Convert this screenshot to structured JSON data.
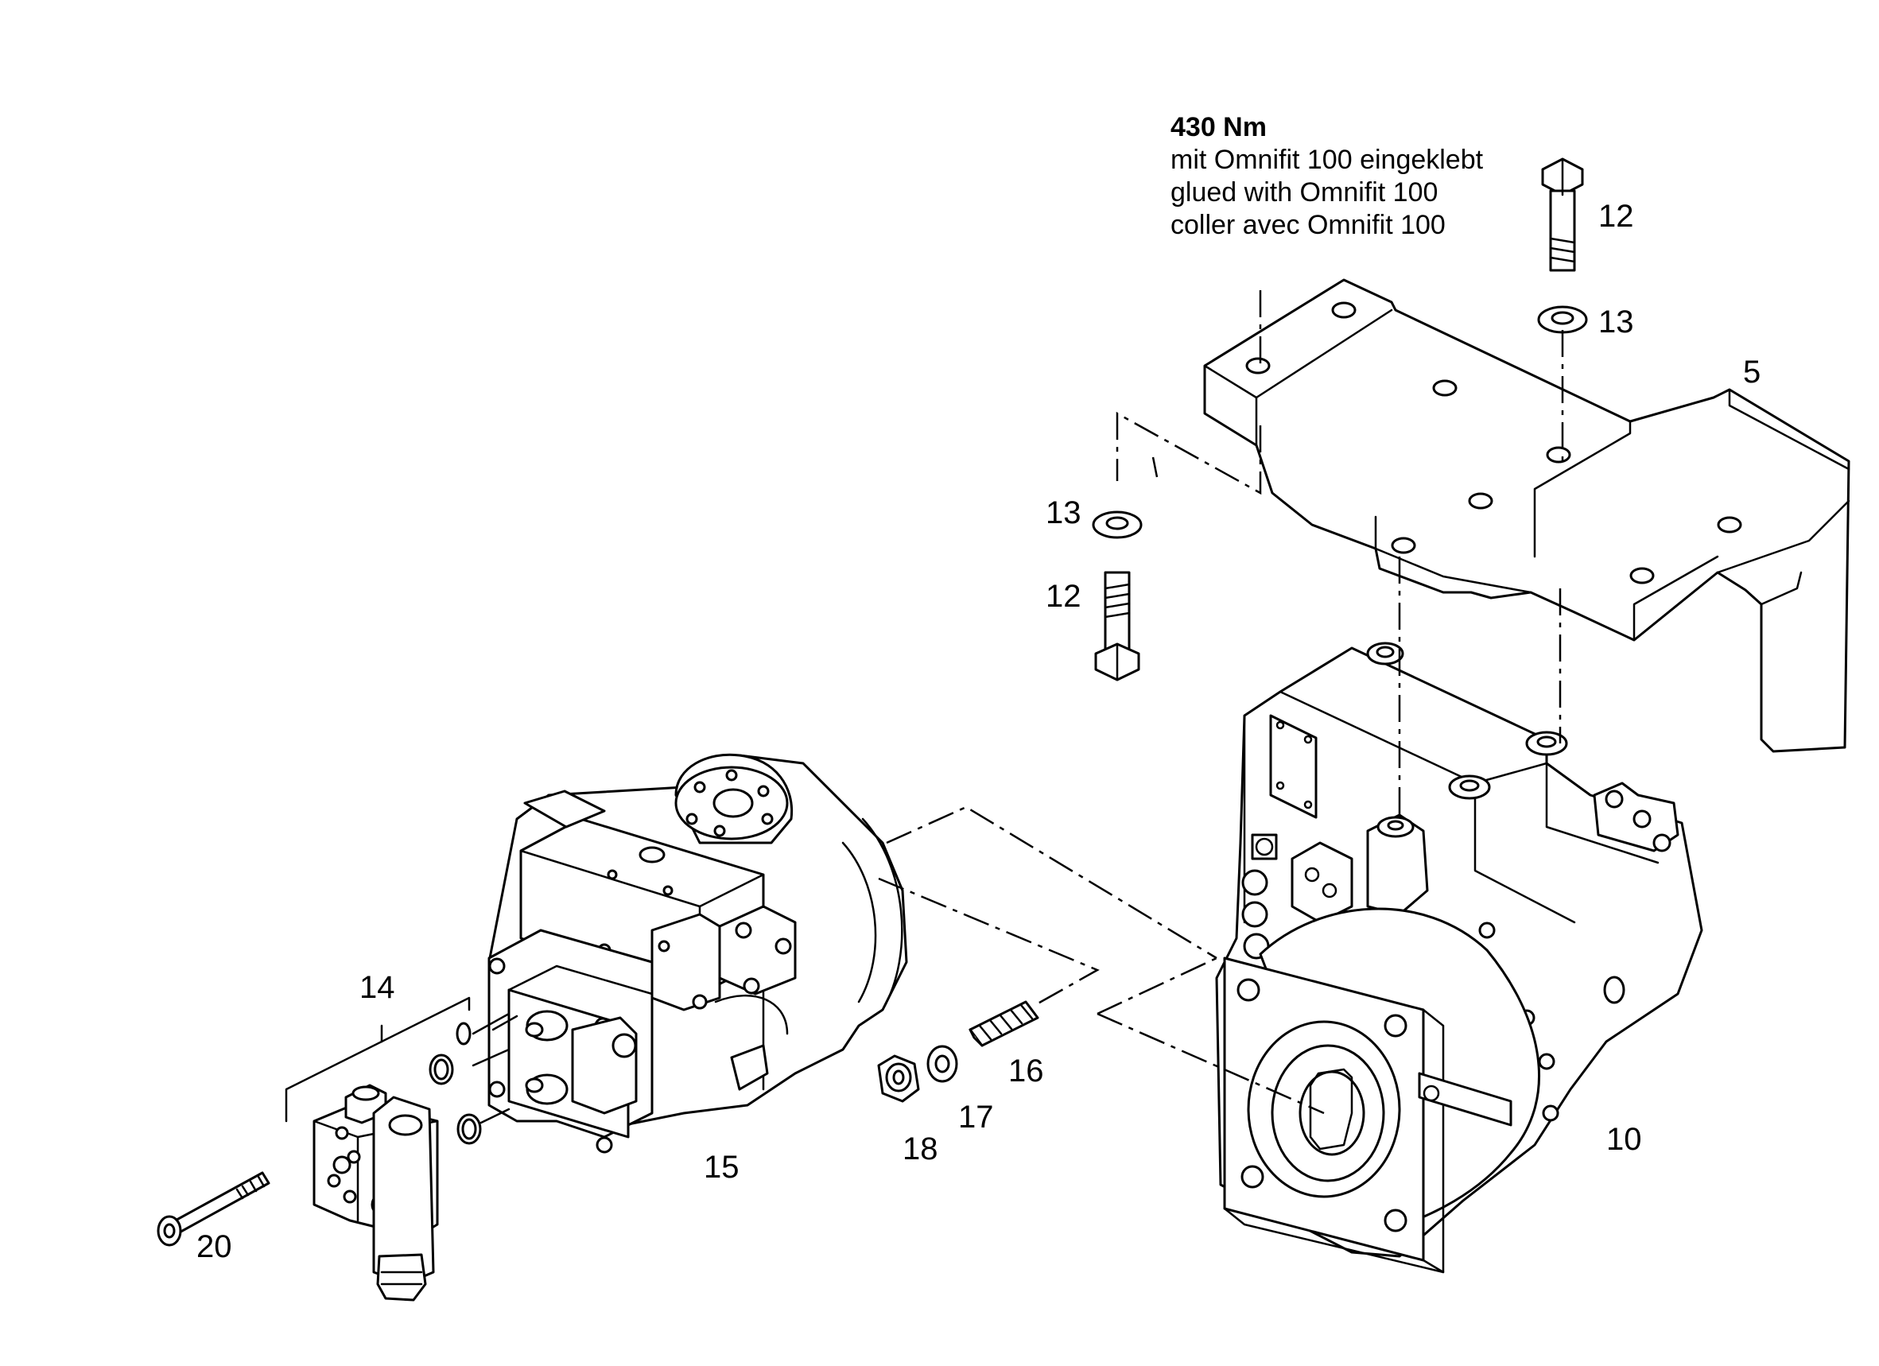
{
  "note": {
    "torque": "430 Nm",
    "german": "mit Omnifit 100 eingeklebt",
    "english": "glued with Omnifit 100",
    "french": "coller avec Omnifit 100"
  },
  "callouts": {
    "c5": "5",
    "c10": "10",
    "c12_top": "12",
    "c12_left": "12",
    "c13_top": "13",
    "c13_left": "13",
    "c14": "14",
    "c15": "15",
    "c16": "16",
    "c17": "17",
    "c18": "18",
    "c20": "20"
  }
}
